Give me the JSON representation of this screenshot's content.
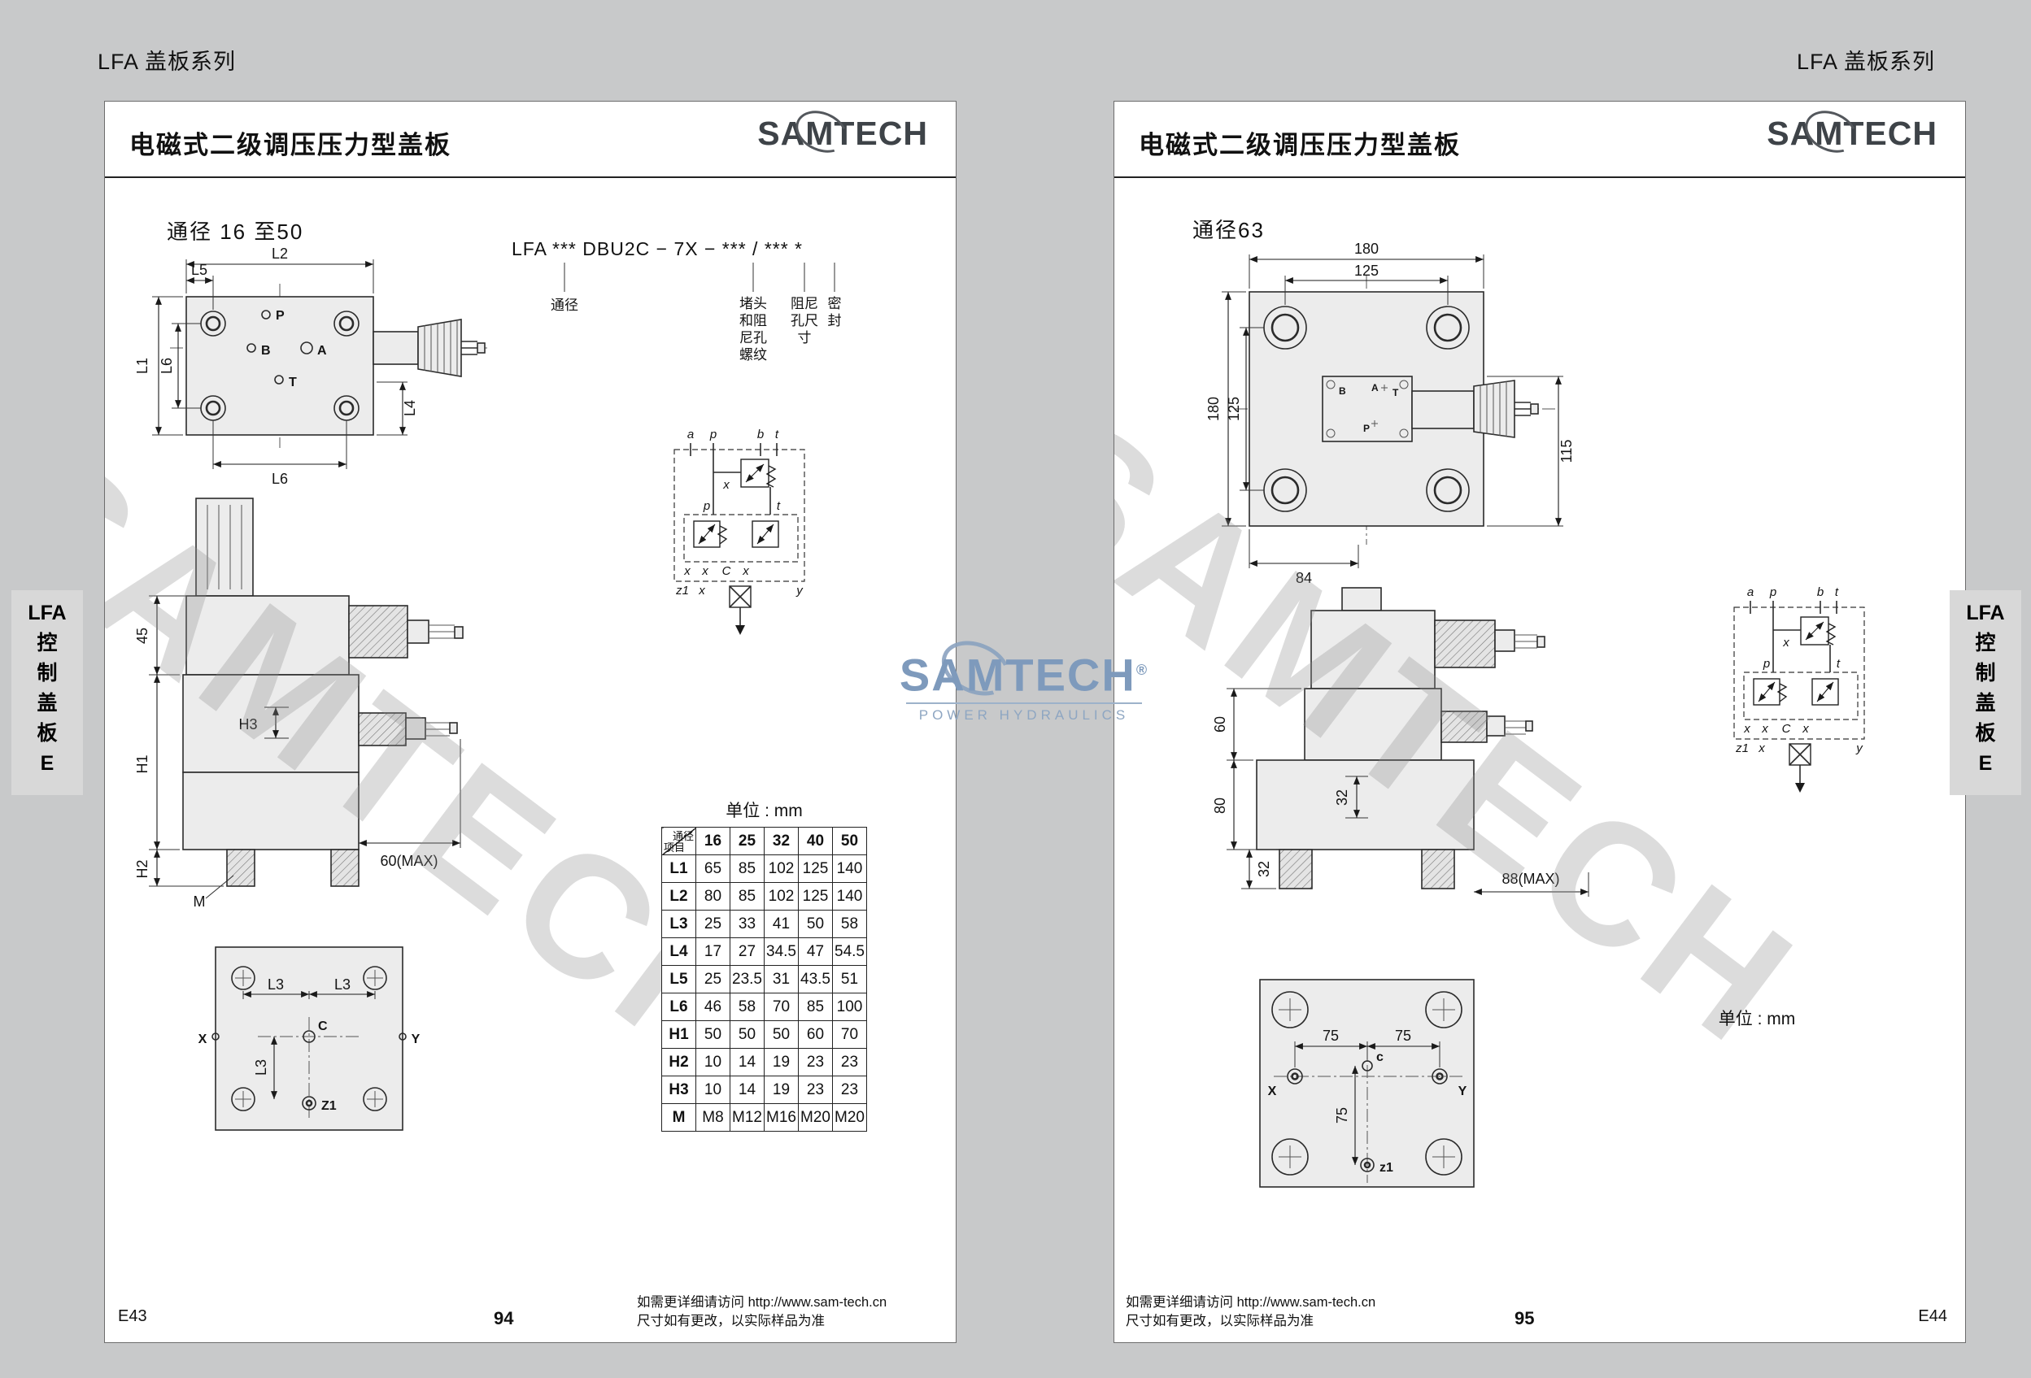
{
  "running_heads": {
    "left": "LFA 盖板系列",
    "right": "LFA 盖板系列"
  },
  "side_tabs": {
    "left": "LFA\n控\n制\n盖\n板\nE",
    "right": "LFA\n控\n制\n盖\n板\nE"
  },
  "watermark": {
    "text": "SAMTECH"
  },
  "center_logo": {
    "text": "SAMTECH",
    "reg": "®",
    "sub": "POWER HYDRAULICS"
  },
  "page_left": {
    "title": "电磁式二级调压压力型盖板",
    "brand": "SAMTECH",
    "bore_label": "通径 16 至50",
    "order_code": {
      "code": "LFA *** DBU2C  −  7X  −  ***  /  ***  *",
      "ann_bore": "通径",
      "ann_plug": "堵头\n和阻\n尼孔\n螺纹",
      "ann_orifice": "阻尼\n孔尺\n寸",
      "ann_seal": "密\n封"
    },
    "top_view": {
      "dim_l2": "L2",
      "dim_l5": "L5",
      "dim_l1": "L1",
      "dim_l6_left": "L6",
      "dim_l4": "L4",
      "dim_l6_bottom": "L6",
      "port_p": "P",
      "port_b": "B",
      "port_a": "A",
      "port_t": "T"
    },
    "side_view": {
      "dim_45": "45",
      "dim_h3": "H3",
      "dim_h1": "H1",
      "dim_h2": "H2",
      "dim_m": "M",
      "dim_max": "60(MAX)"
    },
    "bottom_view": {
      "dim_l3_a": "L3",
      "dim_l3_b": "L3",
      "dim_l3_c": "L3",
      "port_x": "X",
      "port_c": "C",
      "port_y": "Y",
      "port_z1": "Z1"
    },
    "schematic": {
      "top_a": "a",
      "top_p": "p",
      "top_b": "b",
      "top_t": "t",
      "x_pilot": "x",
      "p_mid": "p",
      "t_mid": "t",
      "row_x1": "x",
      "row_x2": "x",
      "row_c": "C",
      "row_x3": "x",
      "z1": "z1",
      "x_bot": "x",
      "y": "y"
    },
    "table": {
      "unit": "单位 : mm",
      "corner_top": "通径",
      "corner_bottom": "项目",
      "cols": [
        "16",
        "25",
        "32",
        "40",
        "50"
      ],
      "rows": [
        {
          "label": "L1",
          "v": [
            "65",
            "85",
            "102",
            "125",
            "140"
          ]
        },
        {
          "label": "L2",
          "v": [
            "80",
            "85",
            "102",
            "125",
            "140"
          ]
        },
        {
          "label": "L3",
          "v": [
            "25",
            "33",
            "41",
            "50",
            "58"
          ]
        },
        {
          "label": "L4",
          "v": [
            "17",
            "27",
            "34.5",
            "47",
            "54.5"
          ]
        },
        {
          "label": "L5",
          "v": [
            "25",
            "23.5",
            "31",
            "43.5",
            "51"
          ]
        },
        {
          "label": "L6",
          "v": [
            "46",
            "58",
            "70",
            "85",
            "100"
          ]
        },
        {
          "label": "H1",
          "v": [
            "50",
            "50",
            "50",
            "60",
            "70"
          ]
        },
        {
          "label": "H2",
          "v": [
            "10",
            "14",
            "19",
            "23",
            "23"
          ]
        },
        {
          "label": "H3",
          "v": [
            "10",
            "14",
            "19",
            "23",
            "23"
          ]
        },
        {
          "label": "M",
          "v": [
            "M8",
            "M12",
            "M16",
            "M20",
            "M20"
          ]
        }
      ]
    },
    "footer": {
      "code": "E43",
      "page": "94",
      "note1": "如需更详细请访问 http://www.sam-tech.cn",
      "note2": "尺寸如有更改，以实际样品为准"
    }
  },
  "page_right": {
    "title": "电磁式二级调压压力型盖板",
    "brand": "SAMTECH",
    "bore_label": "通径63",
    "top_view": {
      "dim_180_top": "180",
      "dim_125_top": "125",
      "dim_180_left": "180",
      "dim_125_left": "125",
      "dim_115": "115",
      "dim_84": "84",
      "port_b": "B",
      "port_a": "A",
      "port_t": "T",
      "port_p": "P"
    },
    "side_view": {
      "dim_60": "60",
      "dim_80": "80",
      "dim_32_inner": "32",
      "dim_32_left": "32",
      "dim_max": "88(MAX)"
    },
    "bottom_view": {
      "dim_75_a": "75",
      "dim_75_b": "75",
      "dim_75_c": "75",
      "port_x": "X",
      "port_c": "c",
      "port_y": "Y",
      "port_z1": "z1"
    },
    "schematic": {
      "top_a": "a",
      "top_p": "p",
      "top_b": "b",
      "top_t": "t",
      "x_pilot": "x",
      "p_mid": "p",
      "t_mid": "t",
      "row_x1": "x",
      "row_x2": "x",
      "row_c": "C",
      "row_x3": "x",
      "z1": "z1",
      "x_bot": "x",
      "y": "y"
    },
    "unit": "单位 : mm",
    "footer": {
      "note1": "如需更详细请访问 http://www.sam-tech.cn",
      "note2": "尺寸如有更改，以实际样品为准",
      "page": "95",
      "code": "E44"
    }
  }
}
